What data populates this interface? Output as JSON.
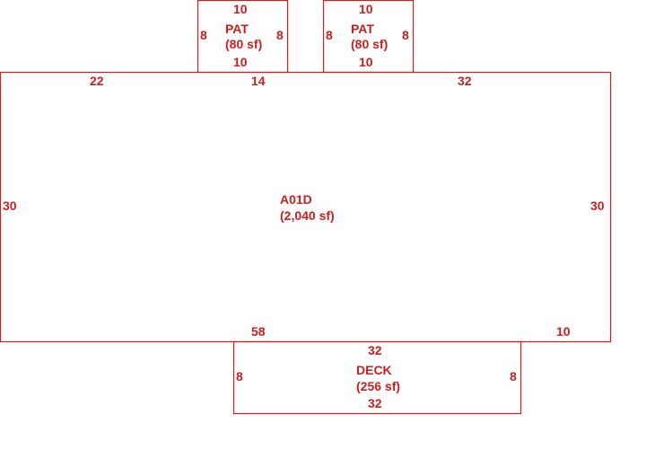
{
  "colors": {
    "line": "#d21e1e",
    "text": "#c81e1e",
    "background": "#ffffff"
  },
  "main": {
    "name": "A01D",
    "area": "(2,040 sf)",
    "dims": {
      "top_left": "22",
      "top_mid": "14",
      "top_right": "32",
      "left": "30",
      "right": "30",
      "bottom_left": "58",
      "bottom_right": "10"
    }
  },
  "patio_1": {
    "name": "PAT",
    "area": "(80 sf)",
    "dims": {
      "top": "10",
      "bottom": "10",
      "left": "8",
      "right": "8"
    }
  },
  "patio_2": {
    "name": "PAT",
    "area": "(80 sf)",
    "dims": {
      "top": "10",
      "bottom": "10",
      "left": "8",
      "right": "8"
    }
  },
  "deck": {
    "name": "DECK",
    "area": "(256 sf)",
    "dims": {
      "top": "32",
      "bottom": "32",
      "left": "8",
      "right": "8"
    }
  }
}
